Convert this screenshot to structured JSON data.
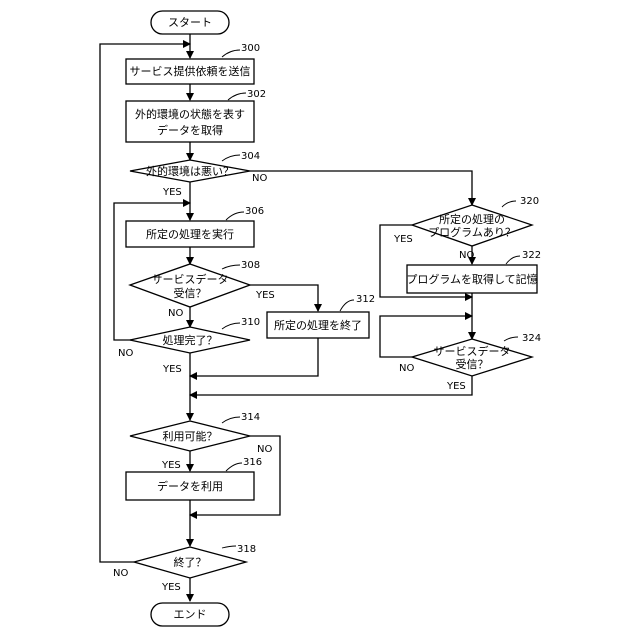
{
  "start": "スタート",
  "end": "エンド",
  "steps": {
    "s300": {
      "ref": "300",
      "text": "サービス提供依頼を送信"
    },
    "s302": {
      "ref": "302",
      "line1": "外的環境の状態を表す",
      "line2": "データを取得"
    },
    "s304": {
      "ref": "304",
      "text": "外的環境は悪い？"
    },
    "s306": {
      "ref": "306",
      "text": "所定の処理を実行"
    },
    "s308": {
      "ref": "308",
      "line1": "サービスデータ",
      "line2": "受信？"
    },
    "s310": {
      "ref": "310",
      "text": "処理完了？"
    },
    "s312": {
      "ref": "312",
      "text": "所定の処理を終了"
    },
    "s314": {
      "ref": "314",
      "text": "利用可能？"
    },
    "s316": {
      "ref": "316",
      "text": "データを利用"
    },
    "s318": {
      "ref": "318",
      "text": "終了？"
    },
    "s320": {
      "ref": "320",
      "line1": "所定の処理の",
      "line2": "プログラムあり？"
    },
    "s322": {
      "ref": "322",
      "text": "プログラムを取得して記憶"
    },
    "s324": {
      "ref": "324",
      "line1": "サービスデータ",
      "line2": "受信？"
    }
  },
  "labels": {
    "yes": "YES",
    "no": "NO"
  }
}
